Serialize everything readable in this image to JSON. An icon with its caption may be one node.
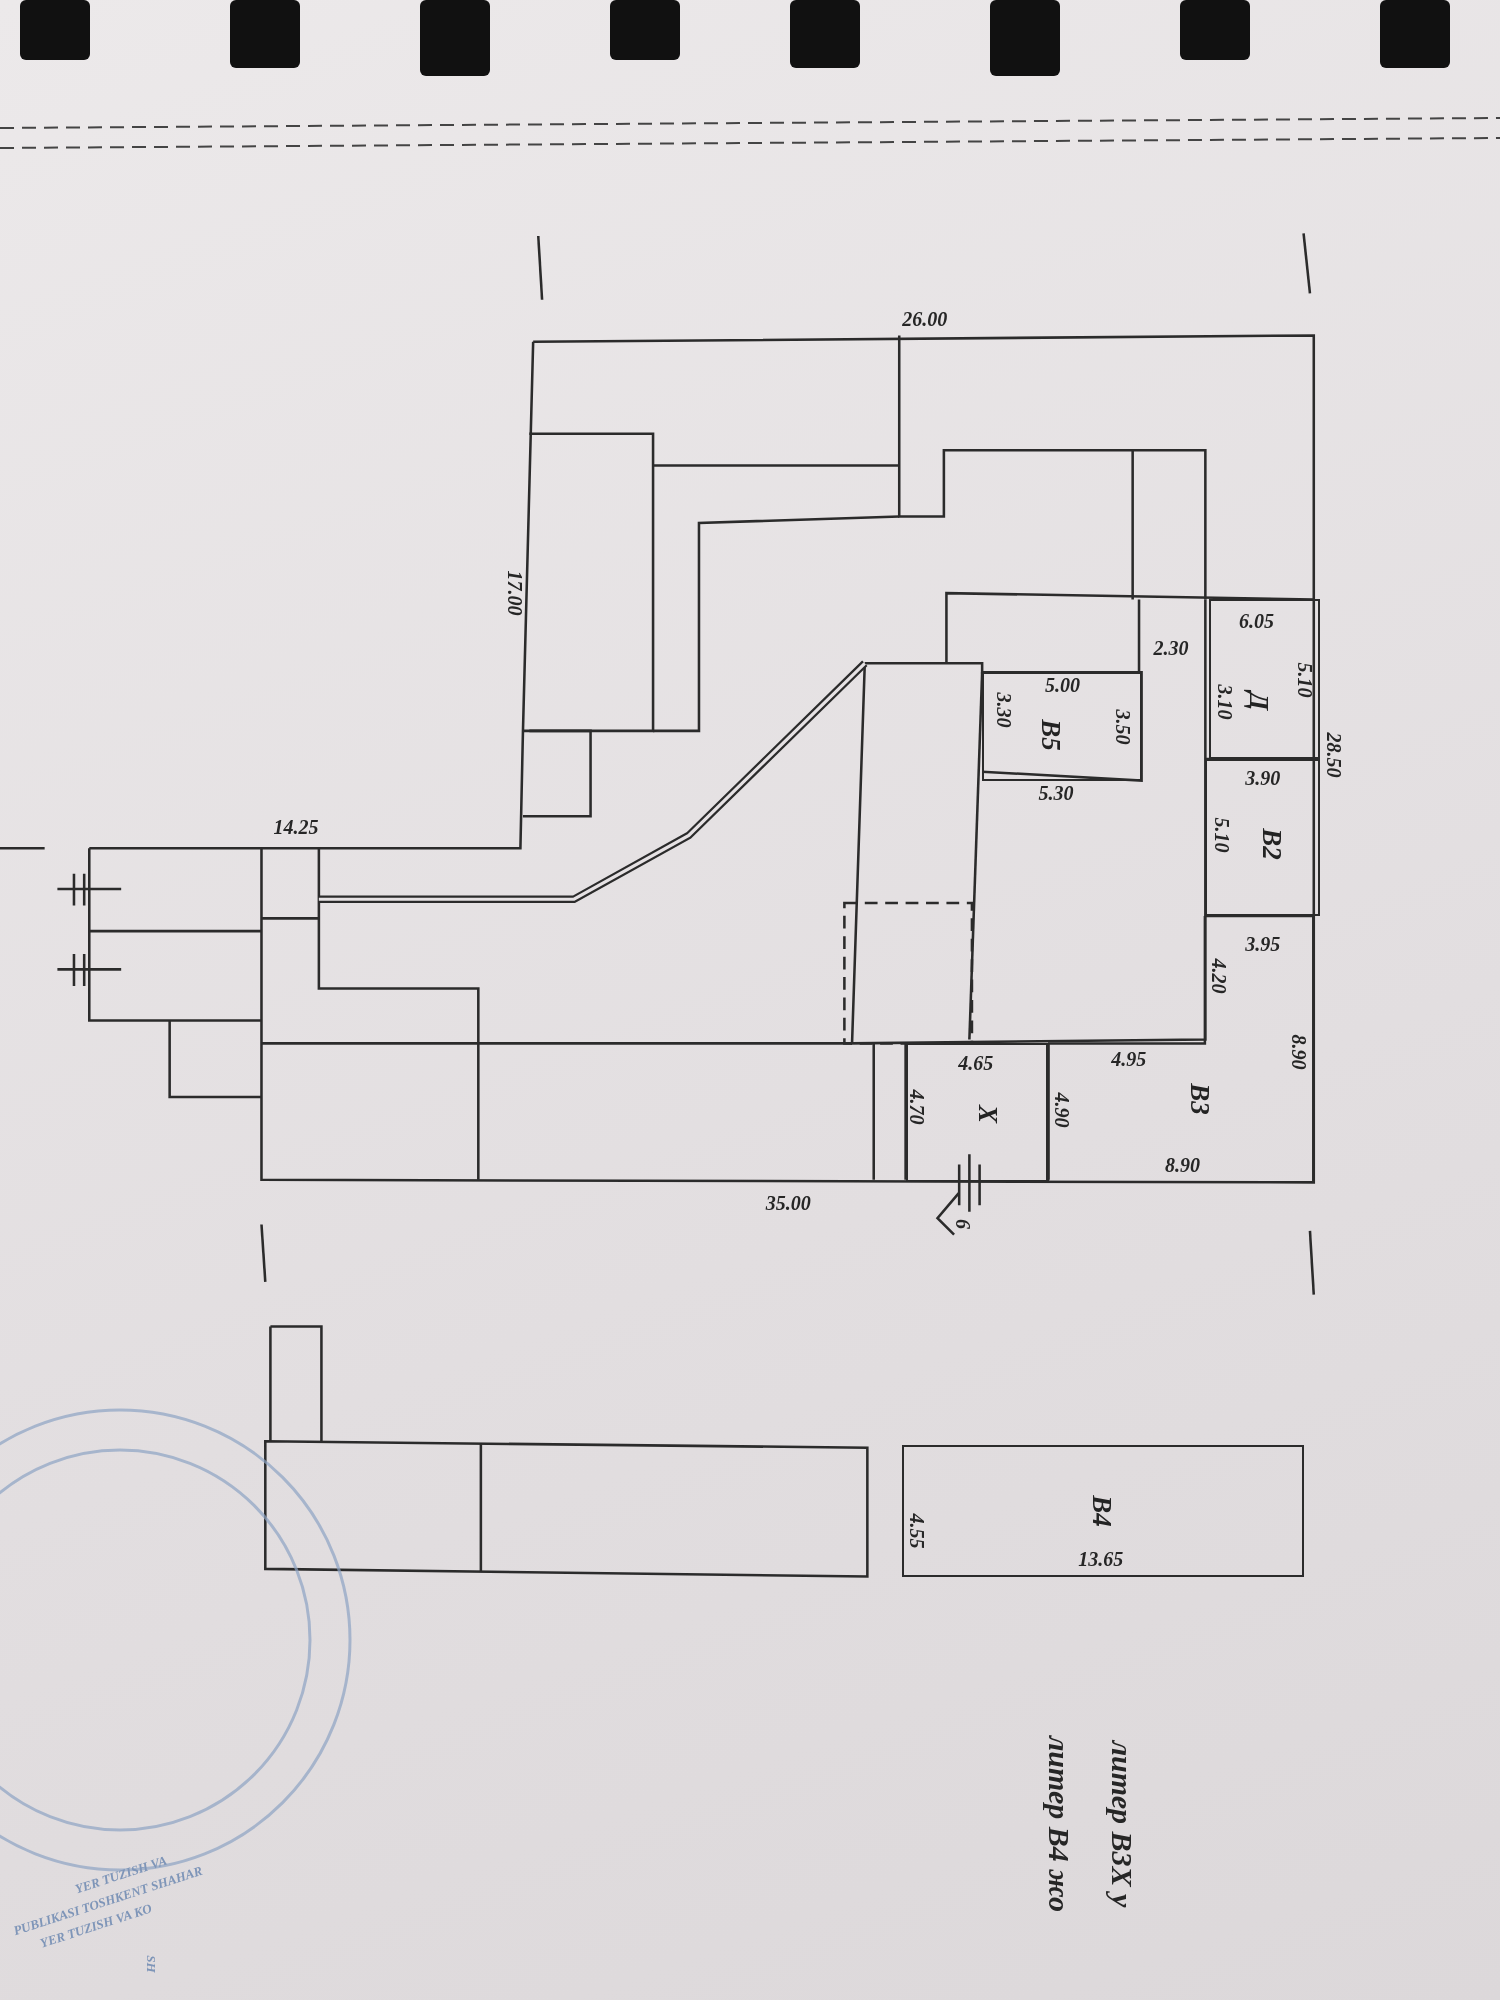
{
  "diagram": {
    "nodes": [
      {
        "text": [
          "Д"
        ]
      },
      {
        "text": [
          "В5"
        ]
      },
      {
        "text": [
          "В2"
        ]
      },
      {
        "text": [
          "В3"
        ]
      },
      {
        "text": [
          "Х"
        ]
      },
      {
        "text": [
          "В4"
        ]
      }
    ],
    "labels": [
      "26.00",
      "17.00",
      "6.05",
      "2.30",
      "5.10",
      "5.00",
      "3.10",
      "3.30",
      "3.50",
      "28.50",
      "3.90",
      "5.30",
      "14.25",
      "5.10",
      "3.95",
      "4.20",
      "8.90",
      "4.95",
      "4.65",
      "4.70",
      "4.90",
      "8.90",
      "35.00",
      "6",
      "4.55",
      "13.65",
      "литер В3Х у",
      "литер В4 жо",
      "YER TUZISH VA",
      "PUBLIKASI TOSHKENT SHAHAR",
      "YER TUZISH VA KO",
      "SH"
    ]
  }
}
